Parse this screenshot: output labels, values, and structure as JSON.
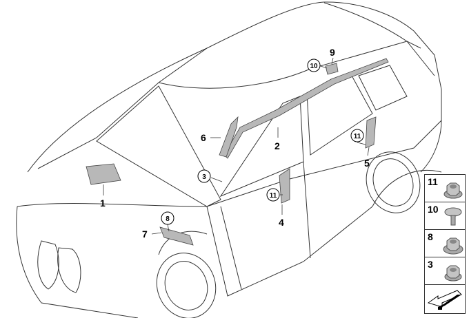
{
  "callouts": {
    "c1": "1",
    "c2": "2",
    "c3": "3",
    "c4": "4",
    "c5": "5",
    "c6": "6",
    "c7": "7",
    "c8": "8",
    "c9": "9",
    "c10": "10",
    "c11a": "11",
    "c11b": "11"
  },
  "legend": [
    {
      "number": "11",
      "icon": "flange-nut-icon"
    },
    {
      "number": "10",
      "icon": "screw-icon"
    },
    {
      "number": "8",
      "icon": "collar-nut-icon"
    },
    {
      "number": "3",
      "icon": "hex-nut-icon"
    }
  ],
  "colors": {
    "line": "#333333",
    "part": "#b8b8b8"
  }
}
